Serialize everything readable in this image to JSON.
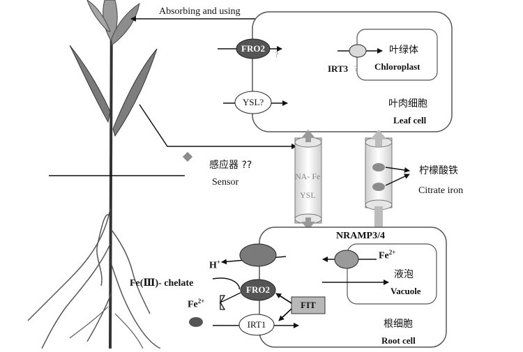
{
  "labels": {
    "absorbing": "Absorbing and using",
    "fro2_top": "FRO2",
    "fro2_top_q": "?",
    "ysl_top": "YSL?",
    "irt3": "IRT3",
    "irt3_q": "?",
    "chloroplast_cn": "叶绿体",
    "chloroplast_en": "Chloroplast",
    "leafcell_cn": "叶肉细胞",
    "leafcell_en": "Leaf cell",
    "sensor_cn": "感应器 ??",
    "sensor_en": "Sensor",
    "na_fe": "NA- Fe",
    "ysl_mid": "YSL",
    "citrate_cn": "柠檬酸铁",
    "citrate_en": "Citrate iron",
    "nramp": "NRAMP3/4",
    "h_plus": "H",
    "h_plus_sup": "+",
    "fe2_right": "Fe",
    "fe2_right_sup": "2+",
    "vacuole_cn": "液泡",
    "vacuole_en": "Vacuole",
    "fe3_chelate": "Fe(Ⅲ)- chelate",
    "fe2_left": "Fe",
    "fe2_left_sup": "2+",
    "fro2_bottom": "FRO2",
    "fit": "FIT",
    "irt1": "IRT1",
    "rootcell_cn": "根细胞",
    "rootcell_en": "Root cell"
  },
  "colors": {
    "dark_oval": "#555555",
    "mid_oval": "#8c8c8c",
    "light_oval": "#d9d9d9",
    "fit_box": "#b8b8b8",
    "plant_green": "#7a7a7a",
    "line": "#111111"
  }
}
